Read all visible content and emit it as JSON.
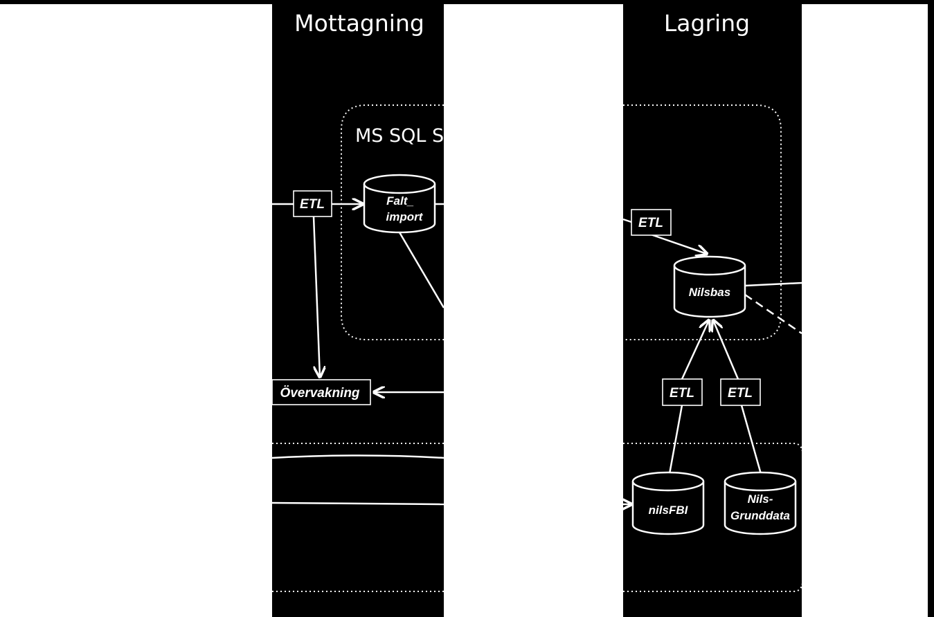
{
  "lanes": {
    "mottagning_title": "Mottagning",
    "lagring_title": "Lagring"
  },
  "regions": {
    "server_label": "MS SQL Se"
  },
  "nodes": {
    "etl_left": "ETL",
    "etl_lagring": "ETL",
    "etl_bottom_left": "ETL",
    "etl_bottom_right": "ETL",
    "overvakning": "Övervakning"
  },
  "databases": {
    "falt_import": [
      "Falt_",
      "import"
    ],
    "nilsbas": [
      "Nilsbas"
    ],
    "nilsfbi": [
      "nilsFBI"
    ],
    "nils_grunddata": [
      "Nils-",
      "Grunddata"
    ]
  },
  "colors": {
    "background": "#000000",
    "foreground": "#ffffff"
  }
}
